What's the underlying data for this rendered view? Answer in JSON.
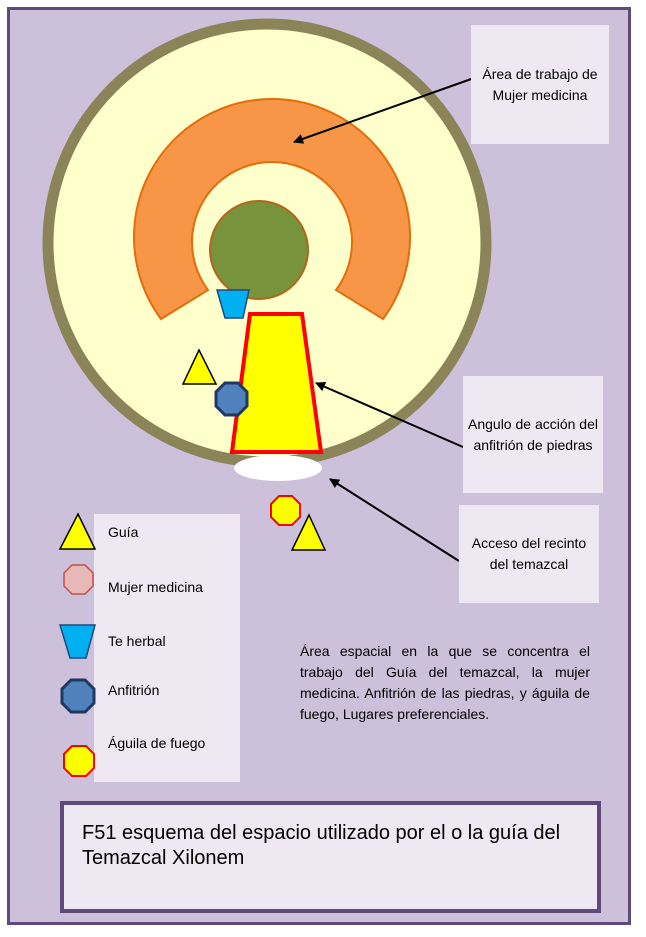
{
  "callouts": {
    "work_area": "Área de trabajo de Mujer medicina",
    "angle": "Angulo de acción del anfitrión de piedras",
    "access": "Acceso del recinto del temazcal"
  },
  "legend": [
    {
      "symbol": "triangle",
      "label": "Guía"
    },
    {
      "symbol": "octagon-pink",
      "label": "Mujer medicina"
    },
    {
      "symbol": "inverted-trapezoid",
      "label": "Te herbal"
    },
    {
      "symbol": "octagon-blue",
      "label": "Anfitrión"
    },
    {
      "symbol": "octagon-red-yellow",
      "label": "Águila de fuego"
    }
  ],
  "note": "Área espacial en la que se concentra el trabajo del Guía del temazcal, la mujer medicina. Anfitrión de las piedras, y águila de fuego, Lugares preferenciales.",
  "caption": "F51   esquema del espacio utilizado por el o la guía del Temazcal Xilonem",
  "colors": {
    "background": "#ccc0da",
    "frame": "#5f4a7b",
    "outer_ring": "#8c8459",
    "inner_field": "#ffffcc",
    "work_arc": "#f79646",
    "center_stone": "#77933c",
    "guide": "#ffff00",
    "host": "#4f81bd",
    "herbal_tea": "#00b0f0",
    "medicine_woman": "#e6b9b8",
    "angle_outline": "#ff0000"
  }
}
